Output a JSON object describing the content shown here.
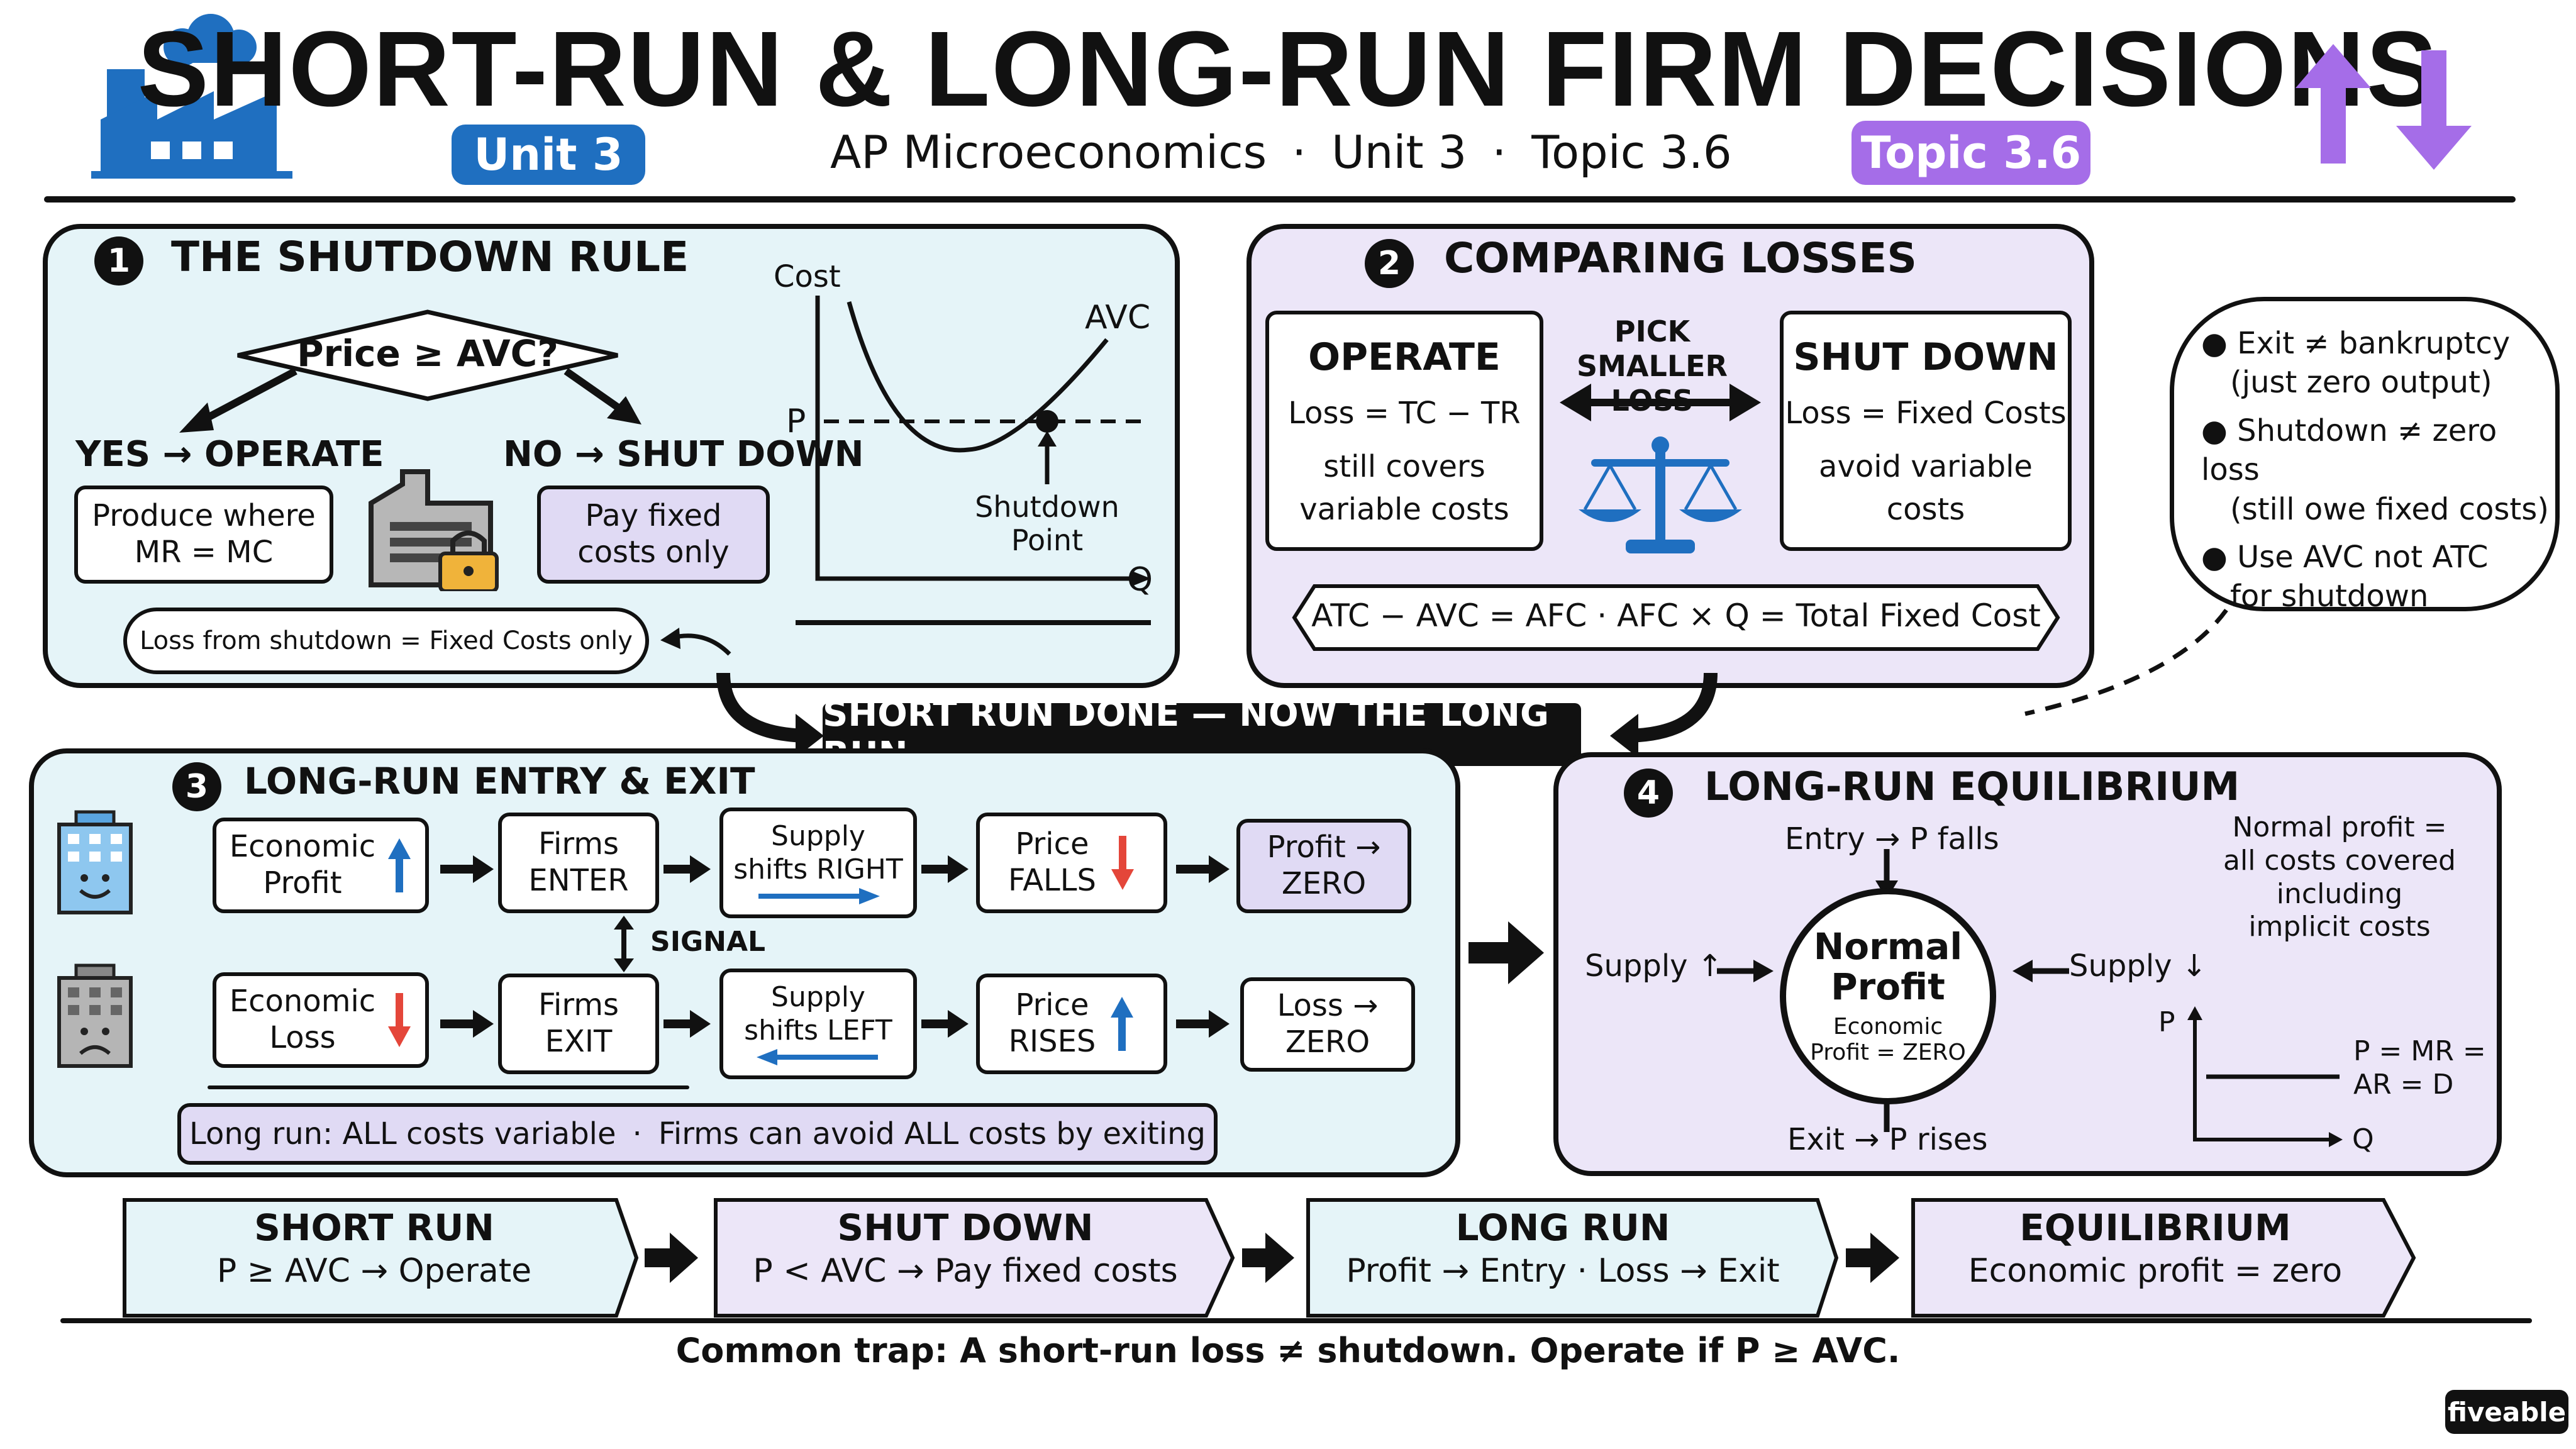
{
  "header": {
    "title": "SHORT-RUN & LONG-RUN FIRM DECISIONS",
    "unit_badge": "Unit 3",
    "subtitle_course": "AP Microeconomics",
    "subtitle_sep1": "·",
    "subtitle_unit": "Unit 3",
    "subtitle_sep2": "·",
    "subtitle_topic": "Topic 3.6",
    "topic_badge": "Topic 3.6"
  },
  "colors": {
    "blue": "#1f6fc0",
    "purple": "#a56de8",
    "light_blue": "#e5f4f8",
    "light_purple": "#ece6f8",
    "red": "#e4463a",
    "arrow_blue": "#1f6fc0"
  },
  "icons": [
    "factory-icon",
    "up-down-arrows-icon",
    "lock-building-icon",
    "scales-icon",
    "happy-building-icon",
    "sad-building-icon"
  ],
  "panel1": {
    "number": "1",
    "title": "THE SHUTDOWN RULE",
    "decision": "Price ≥ AVC?",
    "yes_label": "YES → OPERATE",
    "no_label": "NO → SHUT DOWN",
    "yes_box": [
      "Produce where",
      "MR = MC"
    ],
    "no_box": [
      "Pay fixed",
      "costs only"
    ],
    "note": "Loss from shutdown = Fixed Costs only",
    "graph": {
      "y_axis": "Cost",
      "x_axis": "Q",
      "curve": "AVC",
      "price_line": "P",
      "point_label": [
        "Shutdown",
        "Point"
      ]
    }
  },
  "panel2": {
    "number": "2",
    "title": "COMPARING LOSSES",
    "operate": {
      "title": "OPERATE",
      "line1": "Loss = TC − TR",
      "line2": "still covers",
      "line3": "variable costs"
    },
    "middle": [
      "PICK SMALLER",
      "LOSS"
    ],
    "shutdown": {
      "title": "SHUT DOWN",
      "line1": "Loss = Fixed Costs",
      "line2": "avoid variable",
      "line3": "costs"
    },
    "formula": "ATC − AVC = AFC · AFC × Q = Total Fixed Cost"
  },
  "bubble": {
    "items": [
      [
        "Exit ≠ bankruptcy",
        "(just zero output)"
      ],
      [
        "Shutdown ≠ zero loss",
        "(still owe fixed costs)"
      ],
      [
        "Use AVC not ATC",
        "for shutdown"
      ]
    ]
  },
  "banner": "SHORT RUN DONE — NOW THE LONG RUN",
  "panel3": {
    "number": "3",
    "title": "LONG-RUN ENTRY & EXIT",
    "row1": [
      [
        "Economic",
        "Profit"
      ],
      [
        "Firms",
        "ENTER"
      ],
      [
        "Supply",
        "shifts RIGHT"
      ],
      [
        "Price",
        "FALLS"
      ],
      [
        "Profit →",
        "ZERO"
      ]
    ],
    "signal": "SIGNAL",
    "row2": [
      [
        "Economic",
        "Loss"
      ],
      [
        "Firms",
        "EXIT"
      ],
      [
        "Supply",
        "shifts LEFT"
      ],
      [
        "Price",
        "RISES"
      ],
      [
        "Loss →",
        "ZERO"
      ]
    ],
    "footer_left": "Long run: ALL costs variable",
    "footer_sep": "·",
    "footer_right": "Firms can avoid ALL costs by exiting"
  },
  "panel4": {
    "number": "4",
    "title": "LONG-RUN EQUILIBRIUM",
    "top": "Entry → P falls",
    "bottom": "Exit → P rises",
    "left": "Supply ↑",
    "right": "Supply ↓",
    "circle_title": [
      "Normal",
      "Profit"
    ],
    "circle_sub": [
      "Economic",
      "Profit = ZERO"
    ],
    "note": [
      "Normal profit =",
      "all costs covered",
      "including",
      "implicit costs"
    ],
    "graph": {
      "y_axis": "P",
      "x_axis": "Q",
      "line_label": [
        "P = MR =",
        "AR = D"
      ]
    }
  },
  "flow": [
    {
      "title": "SHORT RUN",
      "sub": "P ≥ AVC → Operate"
    },
    {
      "title": "SHUT DOWN",
      "sub": "P < AVC → Pay fixed costs"
    },
    {
      "title": "LONG RUN",
      "sub": "Profit → Entry · Loss → Exit"
    },
    {
      "title": "EQUILIBRIUM",
      "sub": "Economic profit = zero"
    }
  ],
  "footer": {
    "trap": "Common trap: A short-run loss ≠ shutdown. Operate if P ≥ AVC.",
    "brand": "fiveable"
  }
}
